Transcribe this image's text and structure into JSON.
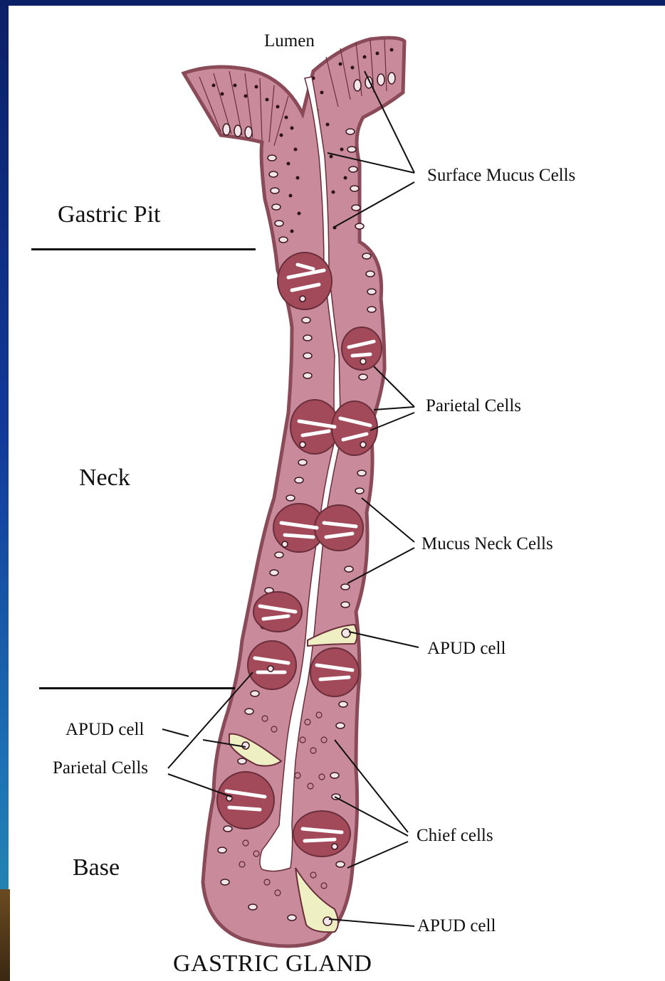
{
  "colors": {
    "cell_fill": "#c98b9c",
    "cell_edge": "#6a2e3a",
    "parietal_fill": "#a34a5a",
    "apud_fill": "#eef0c4",
    "lumen": "#ffffff"
  },
  "lumen_label": "Lumen",
  "regions": {
    "pit": "Gastric Pit",
    "neck": "Neck",
    "base": "Base"
  },
  "right_labels": {
    "surface_mucus": "Surface Mucus Cells",
    "parietal": "Parietal Cells",
    "mucus_neck": "Mucus Neck Cells",
    "apud_upper": "APUD cell",
    "chief": "Chief cells",
    "apud_lower": "APUD cell"
  },
  "left_labels": {
    "apud": "APUD cell",
    "parietal": "Parietal Cells"
  },
  "title": "GASTRIC GLAND"
}
